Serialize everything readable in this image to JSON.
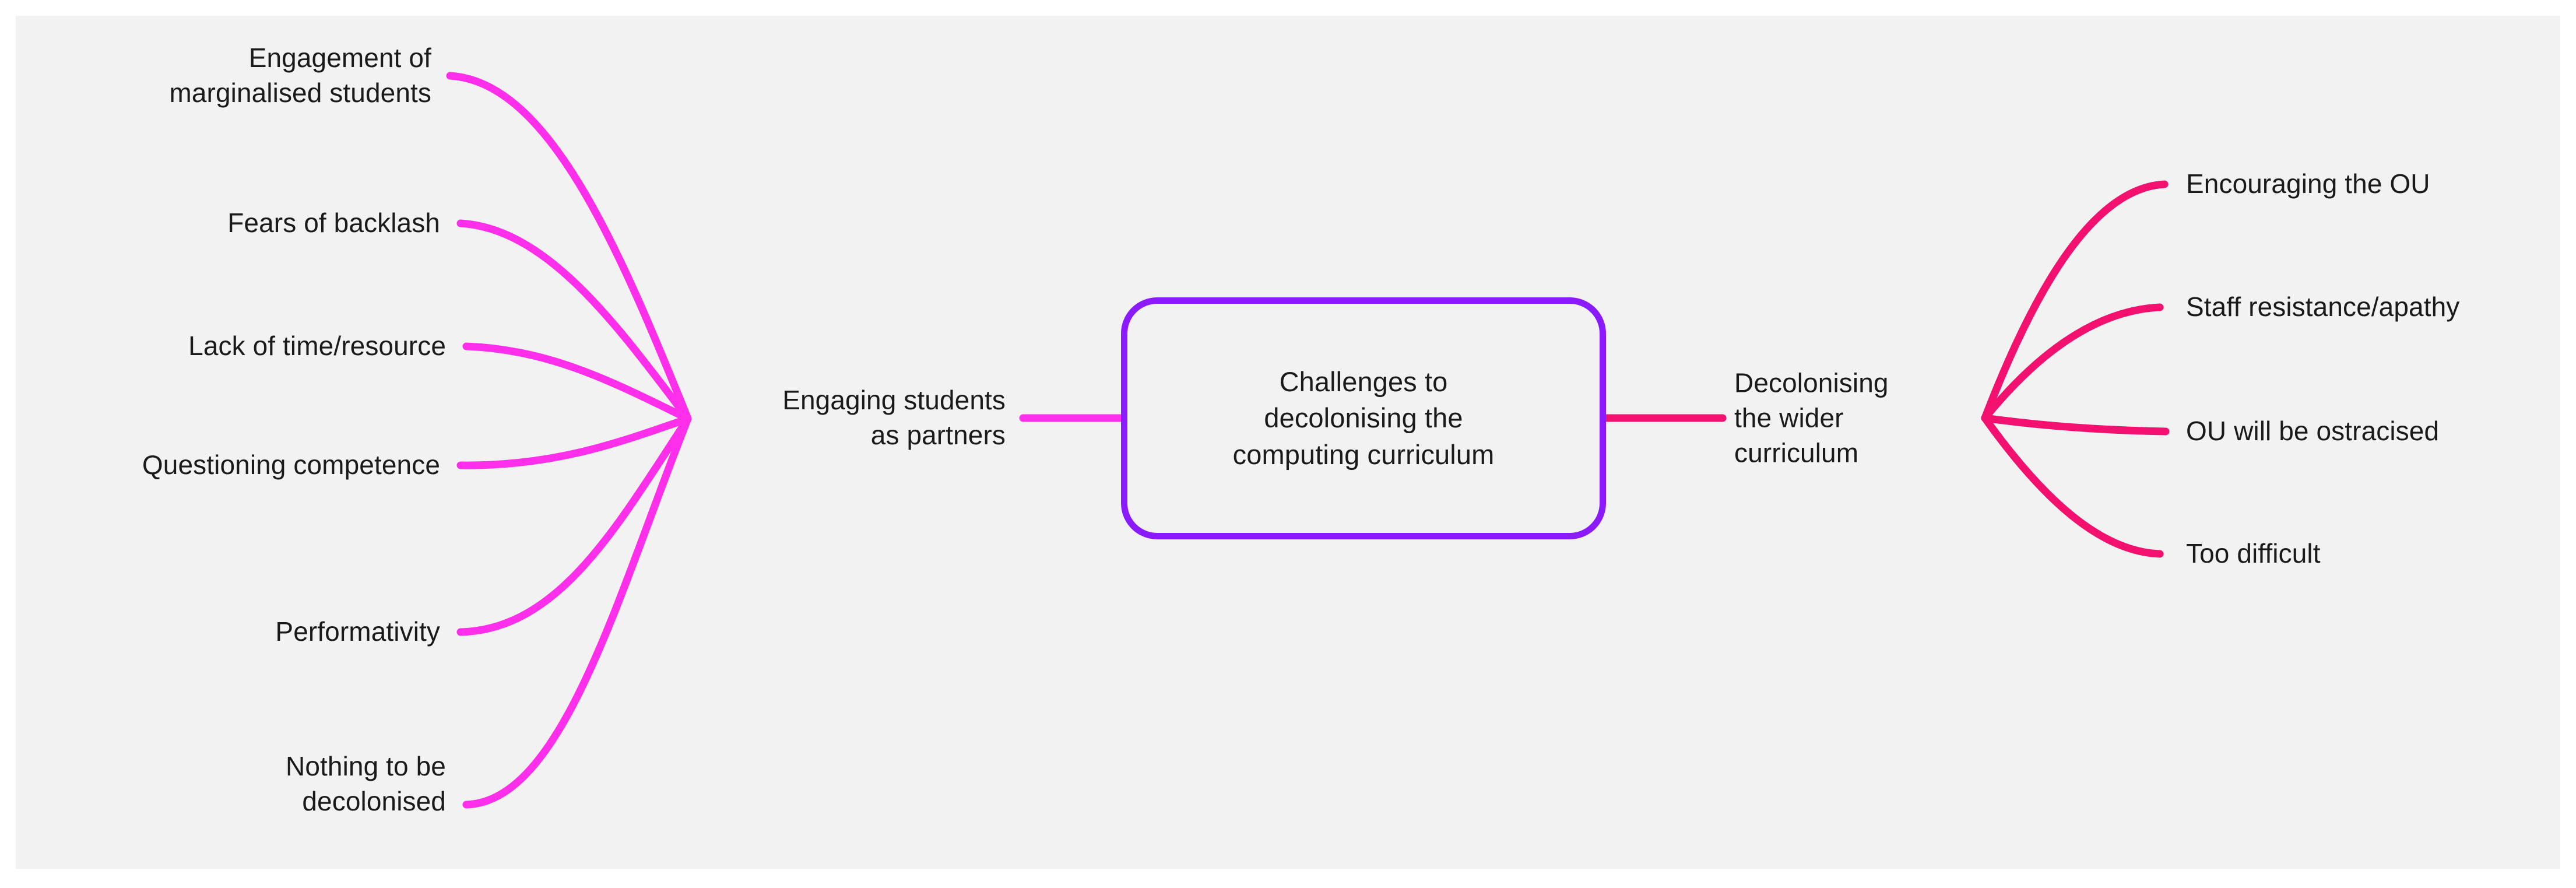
{
  "diagram": {
    "type": "mind-map",
    "background_color": "#f2f2f2",
    "page_color": "#ffffff",
    "text_color": "#1a1a1a",
    "central": {
      "text": "Challenges to\ndecolonising the\ncomputing curriculum",
      "border_color": "#8c1aff"
    },
    "branches": [
      {
        "id": "engaging-students-as-partners",
        "side": "left",
        "label": "Engaging students\nas partners",
        "edge_color": "#ff2eea",
        "children": [
          {
            "label": "Engagement of\nmarginalised students"
          },
          {
            "label": "Fears of backlash"
          },
          {
            "label": "Lack of time/resource"
          },
          {
            "label": "Questioning competence"
          },
          {
            "label": "Performativity"
          },
          {
            "label": "Nothing to be\ndecolonised"
          }
        ]
      },
      {
        "id": "decolonising-the-wider-curriculum",
        "side": "right",
        "label": "Decolonising\nthe wider\ncurriculum",
        "edge_color": "#f4106f",
        "children": [
          {
            "label": "Encouraging the OU"
          },
          {
            "label": "Staff resistance/apathy"
          },
          {
            "label": "OU will be ostracised"
          },
          {
            "label": "Too difficult"
          }
        ]
      }
    ]
  }
}
